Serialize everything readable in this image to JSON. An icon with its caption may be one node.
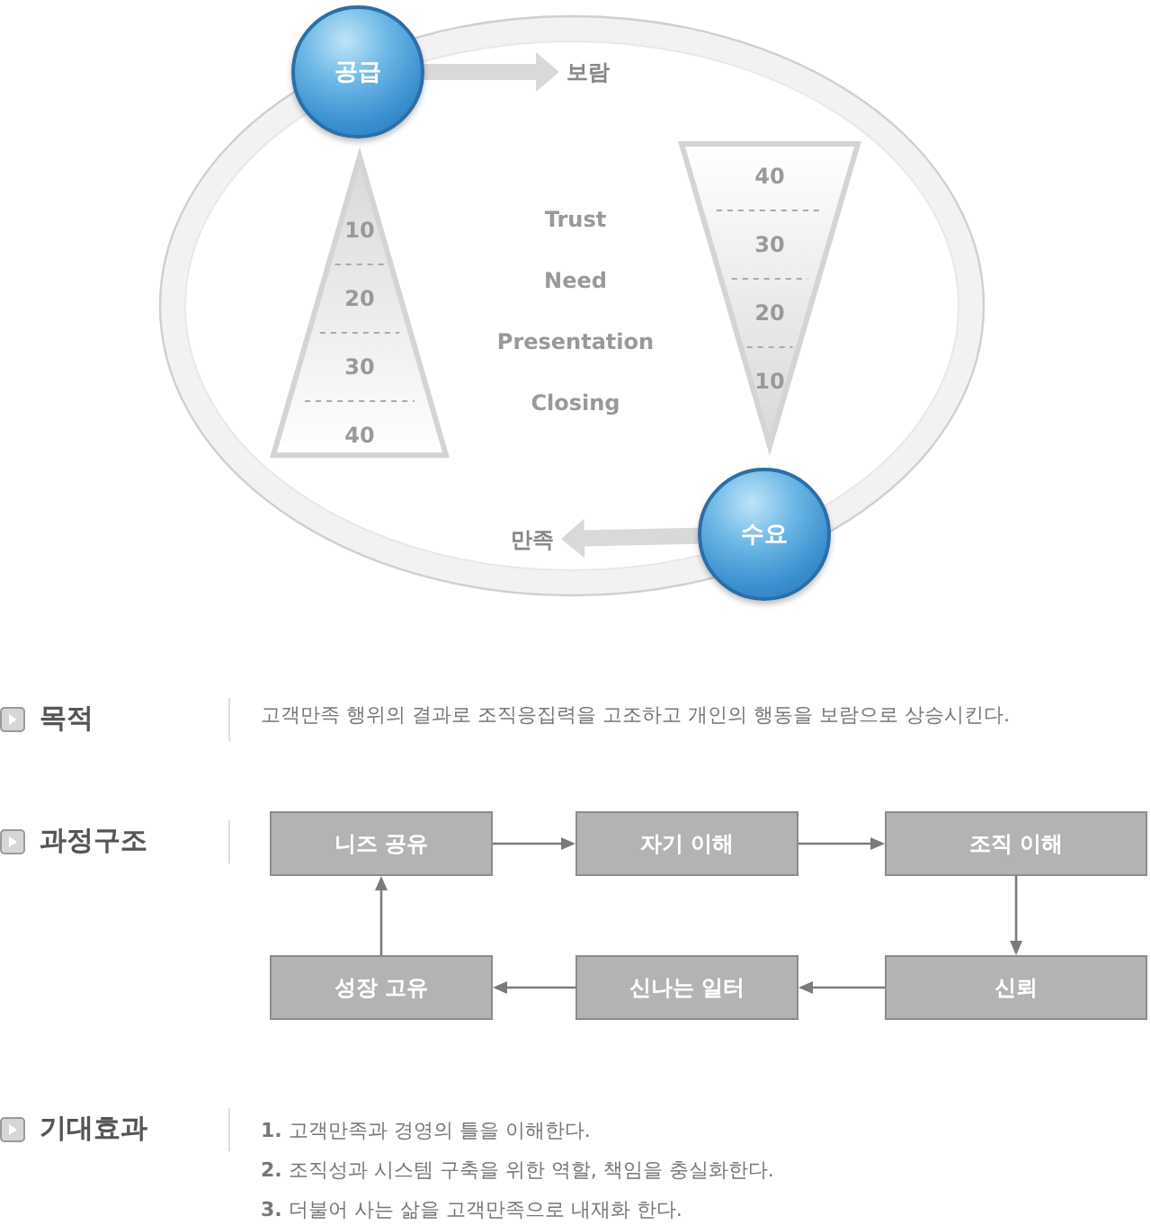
{
  "diagram": {
    "nodes": [
      {
        "text": [
          "공급"
        ]
      },
      {
        "text": [
          "보람"
        ]
      },
      {
        "text": [
          "10",
          "20",
          "30",
          "40"
        ]
      },
      {
        "text": [
          "40",
          "30",
          "20",
          "10"
        ]
      },
      {
        "text": [
          "수요"
        ]
      },
      {
        "text": [
          "만족"
        ]
      },
      {
        "text": [
          "니즈 공유"
        ]
      },
      {
        "text": [
          "자기 이해"
        ]
      },
      {
        "text": [
          "조직 이해"
        ]
      },
      {
        "text": [
          "신뢰"
        ]
      },
      {
        "text": [
          "신나는 일터"
        ]
      },
      {
        "text": [
          "성장 고유"
        ]
      }
    ],
    "edges": [
      {
        "from": 0,
        "to": 1,
        "arrow": "to",
        "style": "thick",
        "color": "#d9d9d9"
      },
      {
        "from": 4,
        "to": 5,
        "arrow": "to",
        "style": "thick",
        "color": "#d9d9d9"
      },
      {
        "from": 6,
        "to": 7,
        "arrow": "to"
      },
      {
        "from": 7,
        "to": 8,
        "arrow": "to"
      },
      {
        "from": 8,
        "to": 9,
        "arrow": "to"
      },
      {
        "from": 9,
        "to": 10,
        "arrow": "to"
      },
      {
        "from": 10,
        "to": 11,
        "arrow": "to"
      },
      {
        "from": 11,
        "to": 6,
        "arrow": "to"
      }
    ],
    "labels": [
      "Trust",
      "Need",
      "Presentation",
      "Closing",
      "목적",
      "고객만족 행위의 결과로 조직응집력을 고조하고 개인의 행동을 보람으로 상승시킨다.",
      "과정구조",
      "기대효과",
      "**1.** 고객만족과 경영의 틀을 이해한다.",
      "**2.** 조직성과 시스템 구축을 위한 역할, 책임을 충실화한다.",
      "**3.** 더불어 사는 삶을 고객만족으로 내재화 한다."
    ]
  }
}
